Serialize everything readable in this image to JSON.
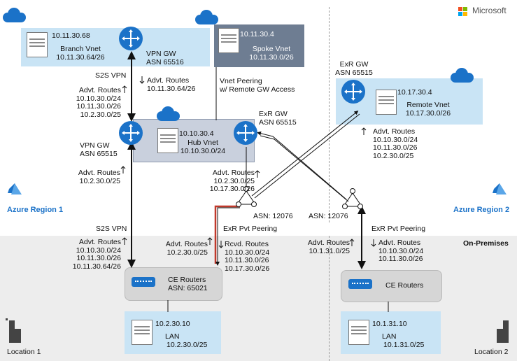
{
  "brand": {
    "name": "Microsoft"
  },
  "regions": {
    "region1": "Azure Region 1",
    "region2": "Azure Region 2",
    "onprem": "On-Premises",
    "location1": "Location 1",
    "location2": "Location 2"
  },
  "branch_vnet": {
    "ip": "10.11.30.68",
    "name": "Branch Vnet",
    "cidr": "10.11.30.64/26"
  },
  "spoke_vnet": {
    "ip": "10.11.30.4",
    "name": "Spoke Vnet",
    "cidr": "10.11.30.0/26"
  },
  "remote_vnet": {
    "ip": "10.17.30.4",
    "name": "Remote Vnet",
    "cidr": "10.17.30.0/26"
  },
  "hub_vnet": {
    "ip": "10.10.30.4",
    "name": "Hub Vnet",
    "cidr": "10.10.30.0/24"
  },
  "gateways": {
    "branch_vpn_gw": "VPN GW\nASN 65516",
    "hub_vpn_gw": "VPN GW\nASN 65515",
    "hub_exr_gw": "ExR GW\nASN 65515",
    "remote_exr_gw": "ExR GW\nASN 65515"
  },
  "links": {
    "s2s_top": "S2S VPN",
    "s2s_bottom": "S2S VPN",
    "vnet_peering": "Vnet Peering\nw/ Remote GW Access",
    "exr_peering_1": "ExR Pvt Peering",
    "exr_peering_2": "ExR Pvt Peering",
    "msee_asn_1": "ASN: 12076",
    "msee_asn_2": "ASN: 12076"
  },
  "routes": {
    "r1": "Advt. Routes\n10.11.30.64/26",
    "r2": "Advt. Routes\n10.10.30.0/24\n10.11.30.0/26\n10.2.30.0/25",
    "r3": "Advt. Routes\n10.10.30.0/24\n10.11.30.0/26\n10.2.30.0/25",
    "r4": "Advt. Routes\n10.2.30.0/25",
    "r5": "Advt. Routes\n10.2.30.0/25\n10.17.30.0/26",
    "r6": "Advt. Routes\n10.10.30.0/24\n10.11.30.0/26\n10.11.30.64/26",
    "r7": "Advt. Routes\n10.2.30.0/25",
    "r8": "Rcvd. Routes\n10.10.30.0/24\n10.11.30.0/26\n10.17.30.0/26",
    "r9": "Advt. Routes\n10.1.31.0/25",
    "r10": "Advt. Routes\n10.10.30.0/24\n10.11.30.0/26"
  },
  "ce_routers_1": "CE Routers\nASN: 65021",
  "ce_routers_2": "CE Routers",
  "lan1": {
    "ip": "10.2.30.10",
    "name": "LAN",
    "cidr": "10.2.30.0/25"
  },
  "lan2": {
    "ip": "10.1.31.10",
    "name": "LAN",
    "cidr": "10.1.31.0/25"
  },
  "colors": {
    "azure_blue": "#1b72c8",
    "light_box": "#c9e4f5",
    "spoke_box": "#6e7d92",
    "active_link": "#c0392b"
  }
}
